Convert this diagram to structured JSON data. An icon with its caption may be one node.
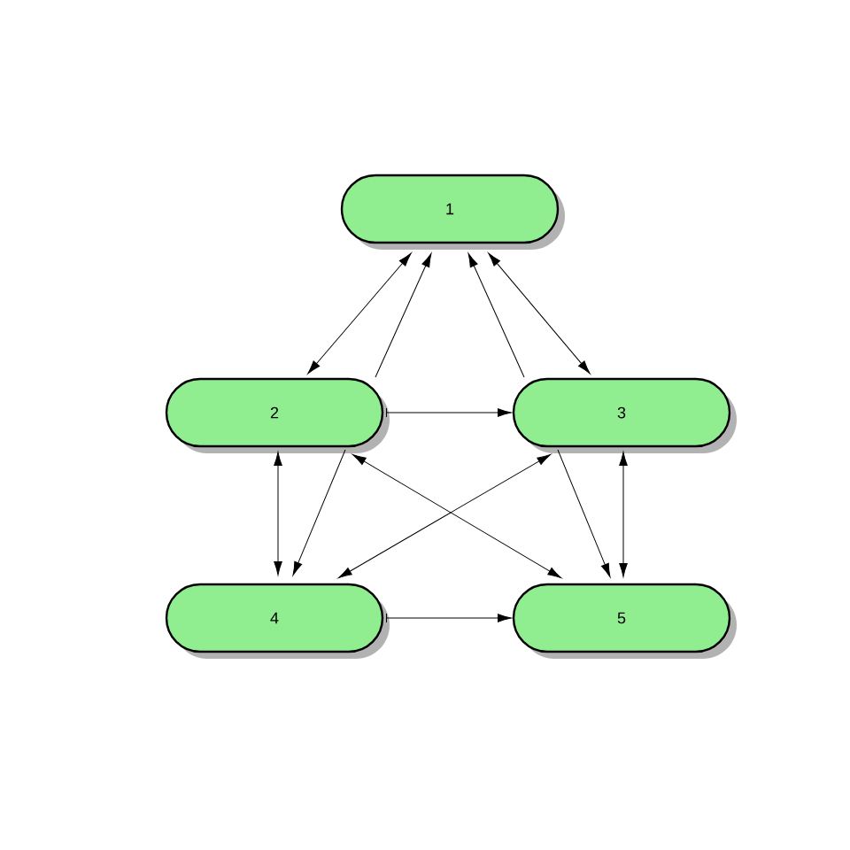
{
  "diagram": {
    "nodes": [
      {
        "text": [
          "1"
        ]
      },
      {
        "text": [
          "2"
        ]
      },
      {
        "text": [
          "3"
        ]
      },
      {
        "text": [
          "4"
        ]
      },
      {
        "text": [
          "5"
        ]
      }
    ],
    "edges": [
      {
        "from": 0,
        "to": 1,
        "arrow": "both"
      },
      {
        "from": 1,
        "to": 0,
        "arrow": "to"
      },
      {
        "from": 2,
        "to": 0,
        "arrow": "to"
      },
      {
        "from": 0,
        "to": 2,
        "arrow": "both"
      },
      {
        "from": 1,
        "to": 2,
        "arrow": "to"
      },
      {
        "from": 1,
        "to": 3,
        "arrow": "both"
      },
      {
        "from": 1,
        "to": 3,
        "arrow": "to"
      },
      {
        "from": 1,
        "to": 4,
        "arrow": "both"
      },
      {
        "from": 3,
        "to": 2,
        "arrow": "both"
      },
      {
        "from": 2,
        "to": 4,
        "arrow": "to"
      },
      {
        "from": 2,
        "to": 4,
        "arrow": "both"
      },
      {
        "from": 3,
        "to": 4,
        "arrow": "to"
      }
    ]
  }
}
